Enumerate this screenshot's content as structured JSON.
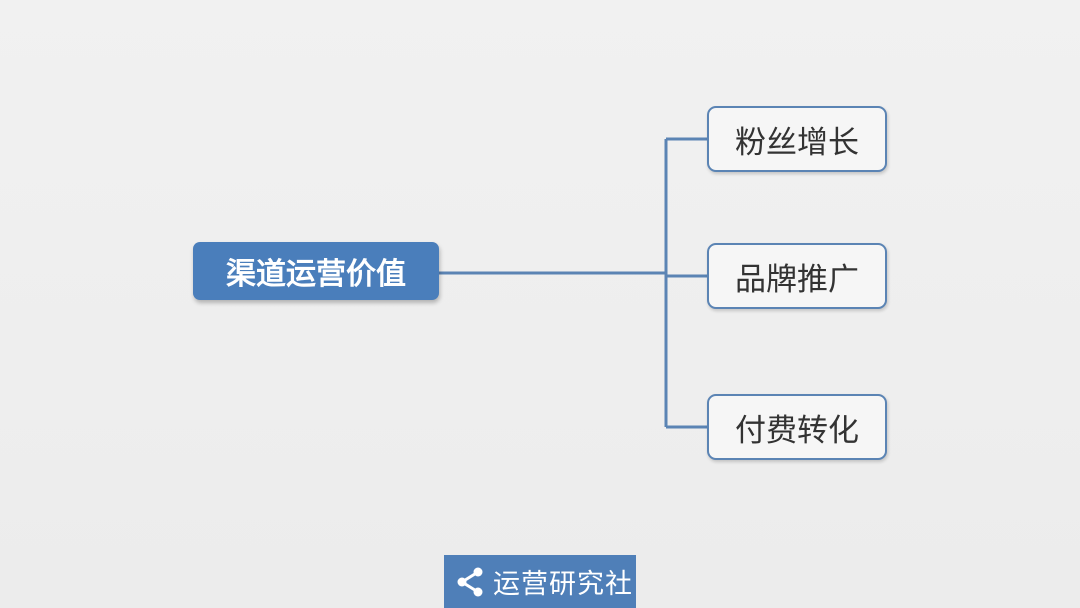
{
  "diagram": {
    "root": {
      "label": "渠道运营价值"
    },
    "children": [
      {
        "label": "粉丝增长"
      },
      {
        "label": "品牌推广"
      },
      {
        "label": "付费转化"
      }
    ],
    "colors": {
      "root_fill": "#4a7ebb",
      "root_text": "#ffffff",
      "child_border": "#5b84b4",
      "child_fill": "#f6f6f6",
      "child_text": "#333333",
      "connector": "#5b84b4",
      "background": "#efefef"
    }
  },
  "brand": {
    "icon": "share-icon",
    "label": "运营研究社",
    "background": "#4f7fb8"
  }
}
